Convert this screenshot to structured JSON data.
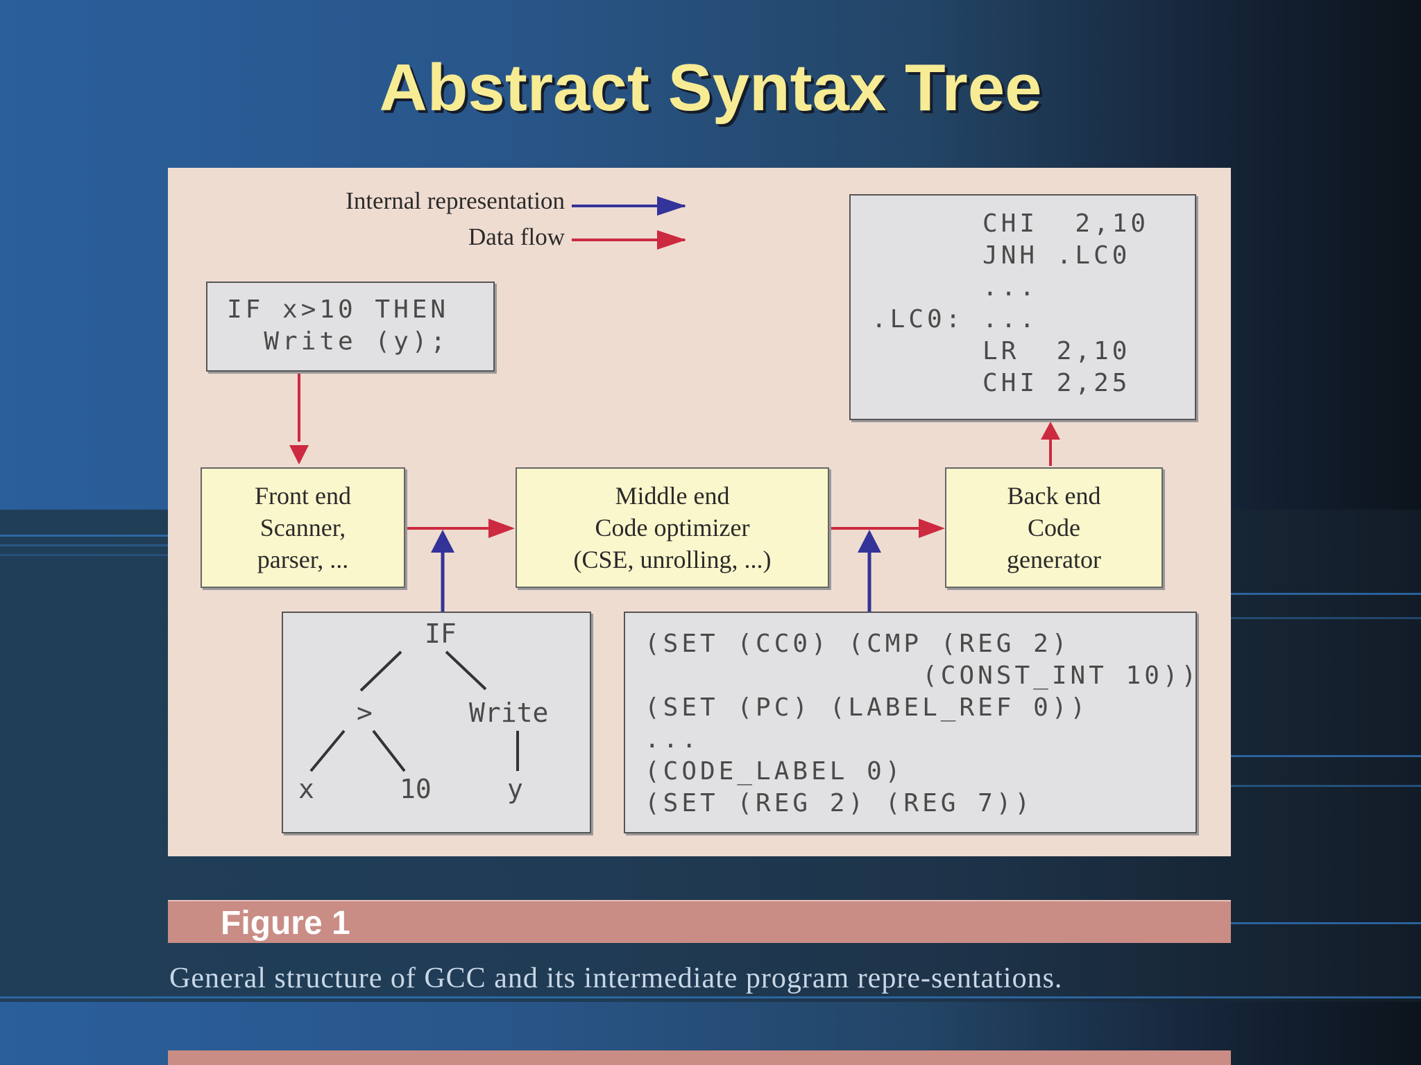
{
  "slide": {
    "title": "Abstract Syntax Tree"
  },
  "legend": {
    "internal_representation": "Internal representation",
    "data_flow": "Data flow"
  },
  "source_box": {
    "lines": [
      "IF x>10 THEN",
      "  Write (y);"
    ]
  },
  "front_end": {
    "lines": [
      "Front end",
      "Scanner,",
      "parser, ..."
    ]
  },
  "middle_end": {
    "lines": [
      "Middle end",
      "Code optimizer",
      "(CSE, unrolling, ...)"
    ]
  },
  "back_end": {
    "lines": [
      "Back end",
      "Code",
      "generator"
    ]
  },
  "asm_box": {
    "lines": [
      "      CHI  2,10",
      "      JNH .LC0",
      "      ...",
      ".LC0: ...",
      "      LR  2,10",
      "      CHI 2,25"
    ]
  },
  "ast_tree": {
    "root": "IF",
    "left": ">",
    "right": "Write",
    "left_left": "x",
    "left_right": "10",
    "right_child": "y"
  },
  "rtl_box": {
    "lines": [
      "(SET (CC0) (CMP (REG 2)",
      "               (CONST_INT 10))",
      "(SET (PC) (LABEL_REF 0))",
      "...",
      "(CODE_LABEL 0)",
      "(SET (REG 2) (REG 7))"
    ]
  },
  "figure_caption": {
    "label": "Figure 1",
    "text": "General structure of GCC and its intermediate program repre-sentations."
  },
  "colors": {
    "internal_representation_arrow": "#333399",
    "data_flow_arrow": "#cc2a40",
    "title": "#f7eb94"
  }
}
